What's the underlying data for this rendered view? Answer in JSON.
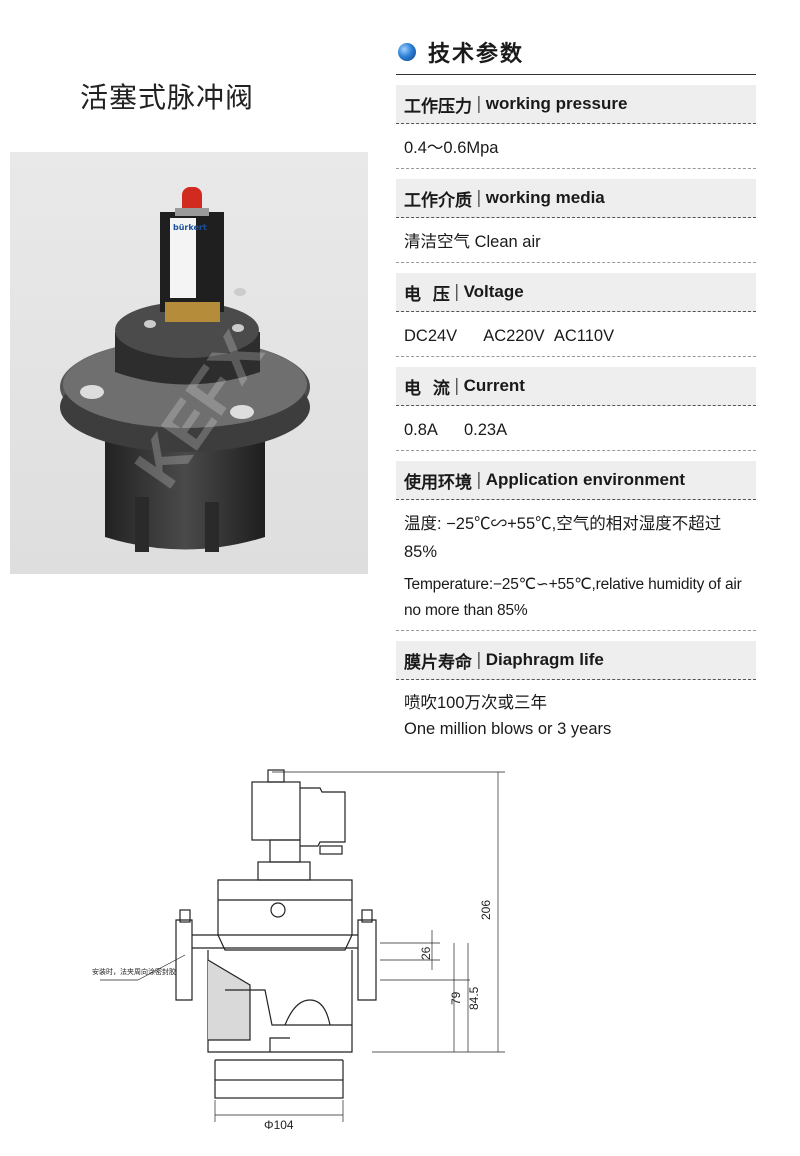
{
  "product": {
    "title": "活塞式脉冲阀",
    "photo_brand": "bürkert",
    "watermark": "KEFX"
  },
  "specs": {
    "header": "技术参数",
    "items": [
      {
        "label_zh": "工作压力",
        "label_en": "working pressure",
        "value": "0.4～0.6Mpa"
      },
      {
        "label_zh": "工作介质",
        "label_en": "working media",
        "value": "清洁空气 Clean air"
      },
      {
        "label_zh": "电  压",
        "label_en": "Voltage",
        "value_parts": [
          "DC24V",
          "AC220V",
          "AC110V"
        ]
      },
      {
        "label_zh": "电  流",
        "label_en": "Current",
        "value_parts": [
          "0.8A",
          "0.23A"
        ]
      },
      {
        "label_zh": "使用环境",
        "label_en": "Application environment",
        "value_zh": "温度: −25℃∽+55℃,空气的相对湿度不超过85%",
        "value_en": "Temperature:−25℃∽+55℃,relative humidity of air no more than 85%"
      },
      {
        "label_zh": "膜片寿命",
        "label_en": "Diaphragm life",
        "value_zh": "喷吹100万次或三年",
        "value_en": "One million blows or 3 years"
      }
    ]
  },
  "drawing": {
    "dims": {
      "height_total": "206",
      "d1": "26",
      "d2": "79",
      "d3": "84.5",
      "diameter": "Φ104"
    },
    "note": "安装时，法夹周向涂密封胶"
  },
  "colors": {
    "bullet": "#2e7fd6",
    "label_bg": "#eeeeee",
    "valve_body": "#3a3a3a"
  }
}
